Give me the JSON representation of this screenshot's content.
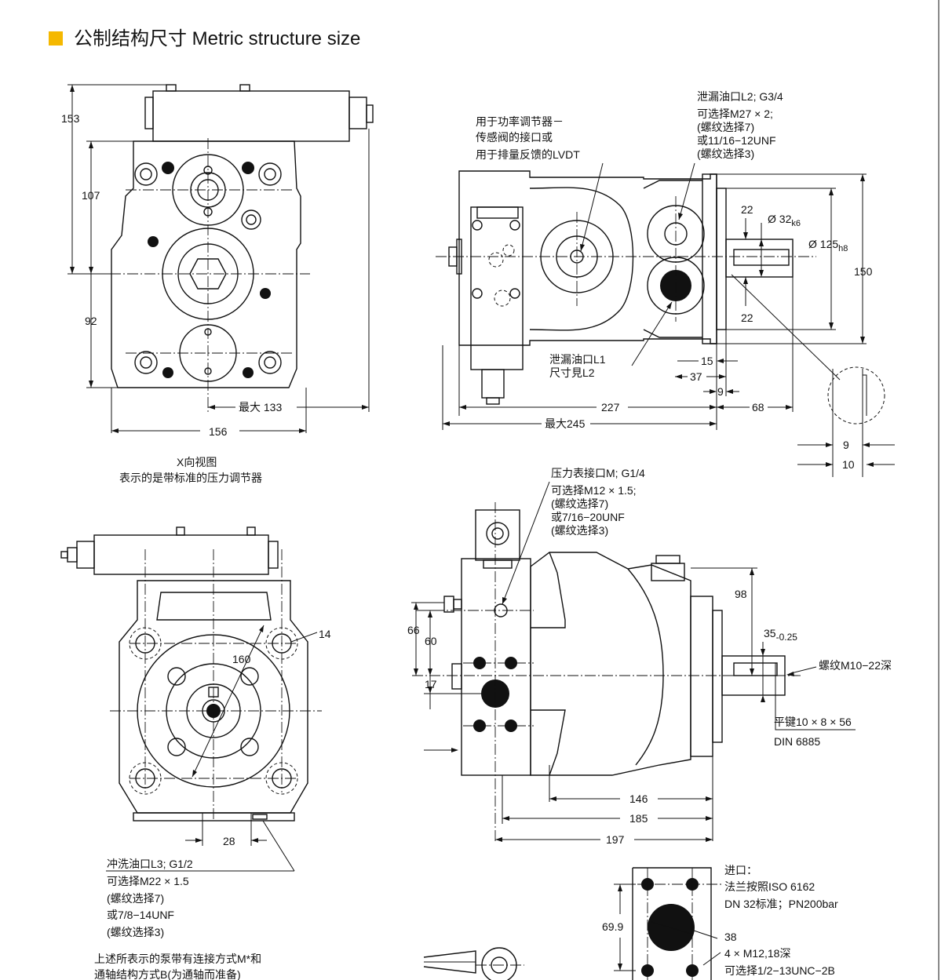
{
  "header": {
    "title": "公制结构尺寸  Metric structure size",
    "accent_color": "#f5b800"
  },
  "view_x": {
    "dims": {
      "d153": "153",
      "d107": "107",
      "d92": "92",
      "d133": "最大 133",
      "d156": "156"
    },
    "caption_line1": "X向视图",
    "caption_line2": "表示的是带标准的压力调节器"
  },
  "view_side_top": {
    "note_power": [
      "用于功率调节器－",
      "传感阀的接口或",
      "用于排量反馈的LVDT"
    ],
    "note_l2": [
      "泄漏油口L2; G3/4",
      "可选择M27 × 2;",
      "(螺纹选择7)",
      "或11/16−12UNF",
      "(螺纹选择3)"
    ],
    "note_l1": [
      "泄漏油口L1",
      "尺寸見L2"
    ],
    "dims": {
      "d22a": "22",
      "d32": "Ø 32",
      "d32sub": "k6",
      "d125": "Ø 125",
      "d125sub": "h8",
      "d150": "150",
      "d22b": "22",
      "d15": "15",
      "d37": "37",
      "d9": "9",
      "d227": "227",
      "d68": "68",
      "d245": "最大245",
      "d9b": "9",
      "d10": "10"
    }
  },
  "view_front": {
    "dims": {
      "d14": "14",
      "d160": "160",
      "d28": "28"
    },
    "note_l3": [
      "冲洗油口L3; G1/2",
      "可选择M22 × 1.5",
      "(螺纹选择7)",
      "或7/8−14UNF",
      "(螺纹选择3)"
    ],
    "note_bottom": [
      "上述所表示的泵带有连接方式M*和",
      "通轴结构方式B(为通轴而准备)"
    ]
  },
  "view_side_bottom": {
    "note_m": [
      "压力表接口M; G1/4",
      "可选择M12 × 1.5;",
      "(螺纹选择7)",
      "或7/16−20UNF",
      "(螺纹选择3)"
    ],
    "dims": {
      "d98": "98",
      "d66": "66",
      "d60": "60",
      "d17": "17",
      "d35": "35",
      "d35tol": "-0.25",
      "d146": "146",
      "d185": "185",
      "d197": "197"
    },
    "note_thread": "螺纹M10−22深",
    "note_key": "平键10 × 8 × 56",
    "note_din": "DIN 6885"
  },
  "inlet": {
    "note": [
      "进口：",
      "法兰按照ISO 6162",
      "DN 32标准；PN200bar"
    ],
    "d699": "69.9",
    "d38": "38",
    "thread": [
      "4 × M12,18深",
      "可选择1/2−13UNC−2B"
    ]
  }
}
